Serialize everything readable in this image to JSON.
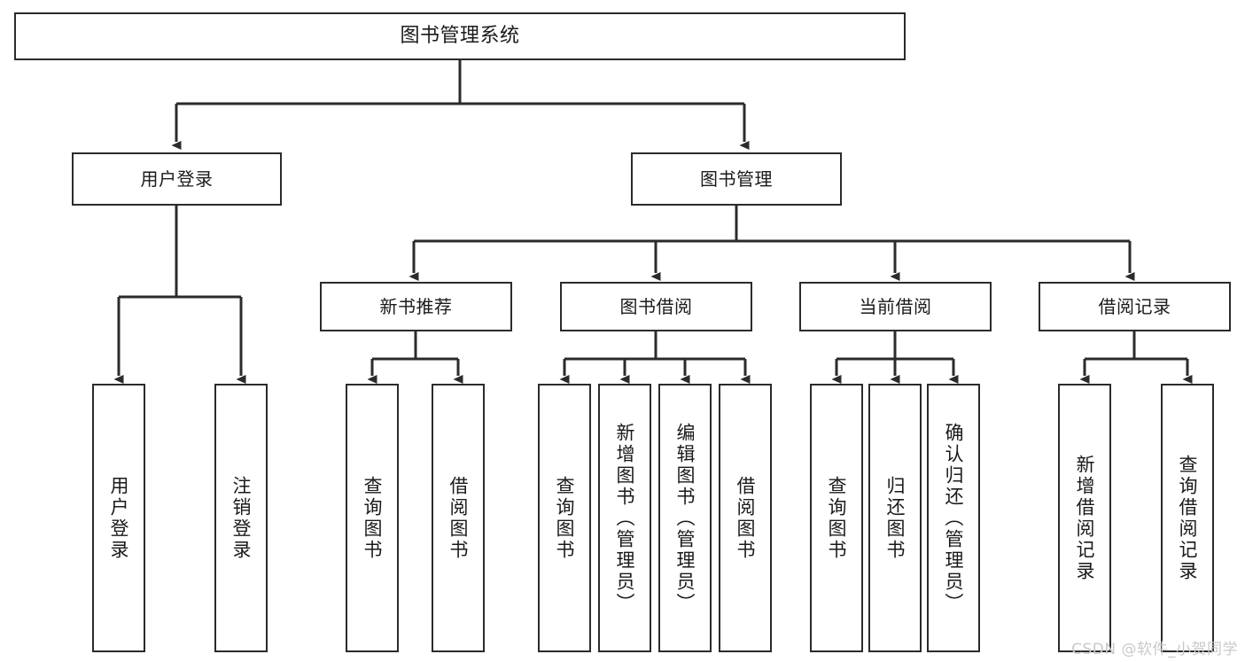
{
  "diagram": {
    "title": "图书管理系统",
    "type": "tree-hierarchy",
    "watermark": "CSDN @软件_小贺同学",
    "colors": {
      "background": "#ffffff",
      "stroke": "#2b2b2b",
      "text": "#1a1a1a",
      "watermark": "#c9c9c9"
    }
  },
  "nodes": {
    "root": {
      "label": "图书管理系统"
    },
    "level1": [
      {
        "label": "用户登录"
      },
      {
        "label": "图书管理"
      }
    ],
    "level2": [
      {
        "label": "新书推荐"
      },
      {
        "label": "图书借阅"
      },
      {
        "label": "当前借阅"
      },
      {
        "label": "借阅记录"
      }
    ],
    "leaves": {
      "user_login": [
        {
          "label": "用户登录"
        },
        {
          "label": "注销登录"
        }
      ],
      "new_book_recommend": [
        {
          "label": "查询图书"
        },
        {
          "label": "借阅图书"
        }
      ],
      "book_borrow": [
        {
          "label": "查询图书"
        },
        {
          "label": "新增图书（管理员）"
        },
        {
          "label": "编辑图书（管理员）"
        },
        {
          "label": "借阅图书"
        }
      ],
      "current_borrow": [
        {
          "label": "查询图书"
        },
        {
          "label": "归还图书"
        },
        {
          "label": "确认归还（管理员）"
        }
      ],
      "borrow_record": [
        {
          "label": "新增借阅记录"
        },
        {
          "label": "查询借阅记录"
        }
      ]
    }
  }
}
